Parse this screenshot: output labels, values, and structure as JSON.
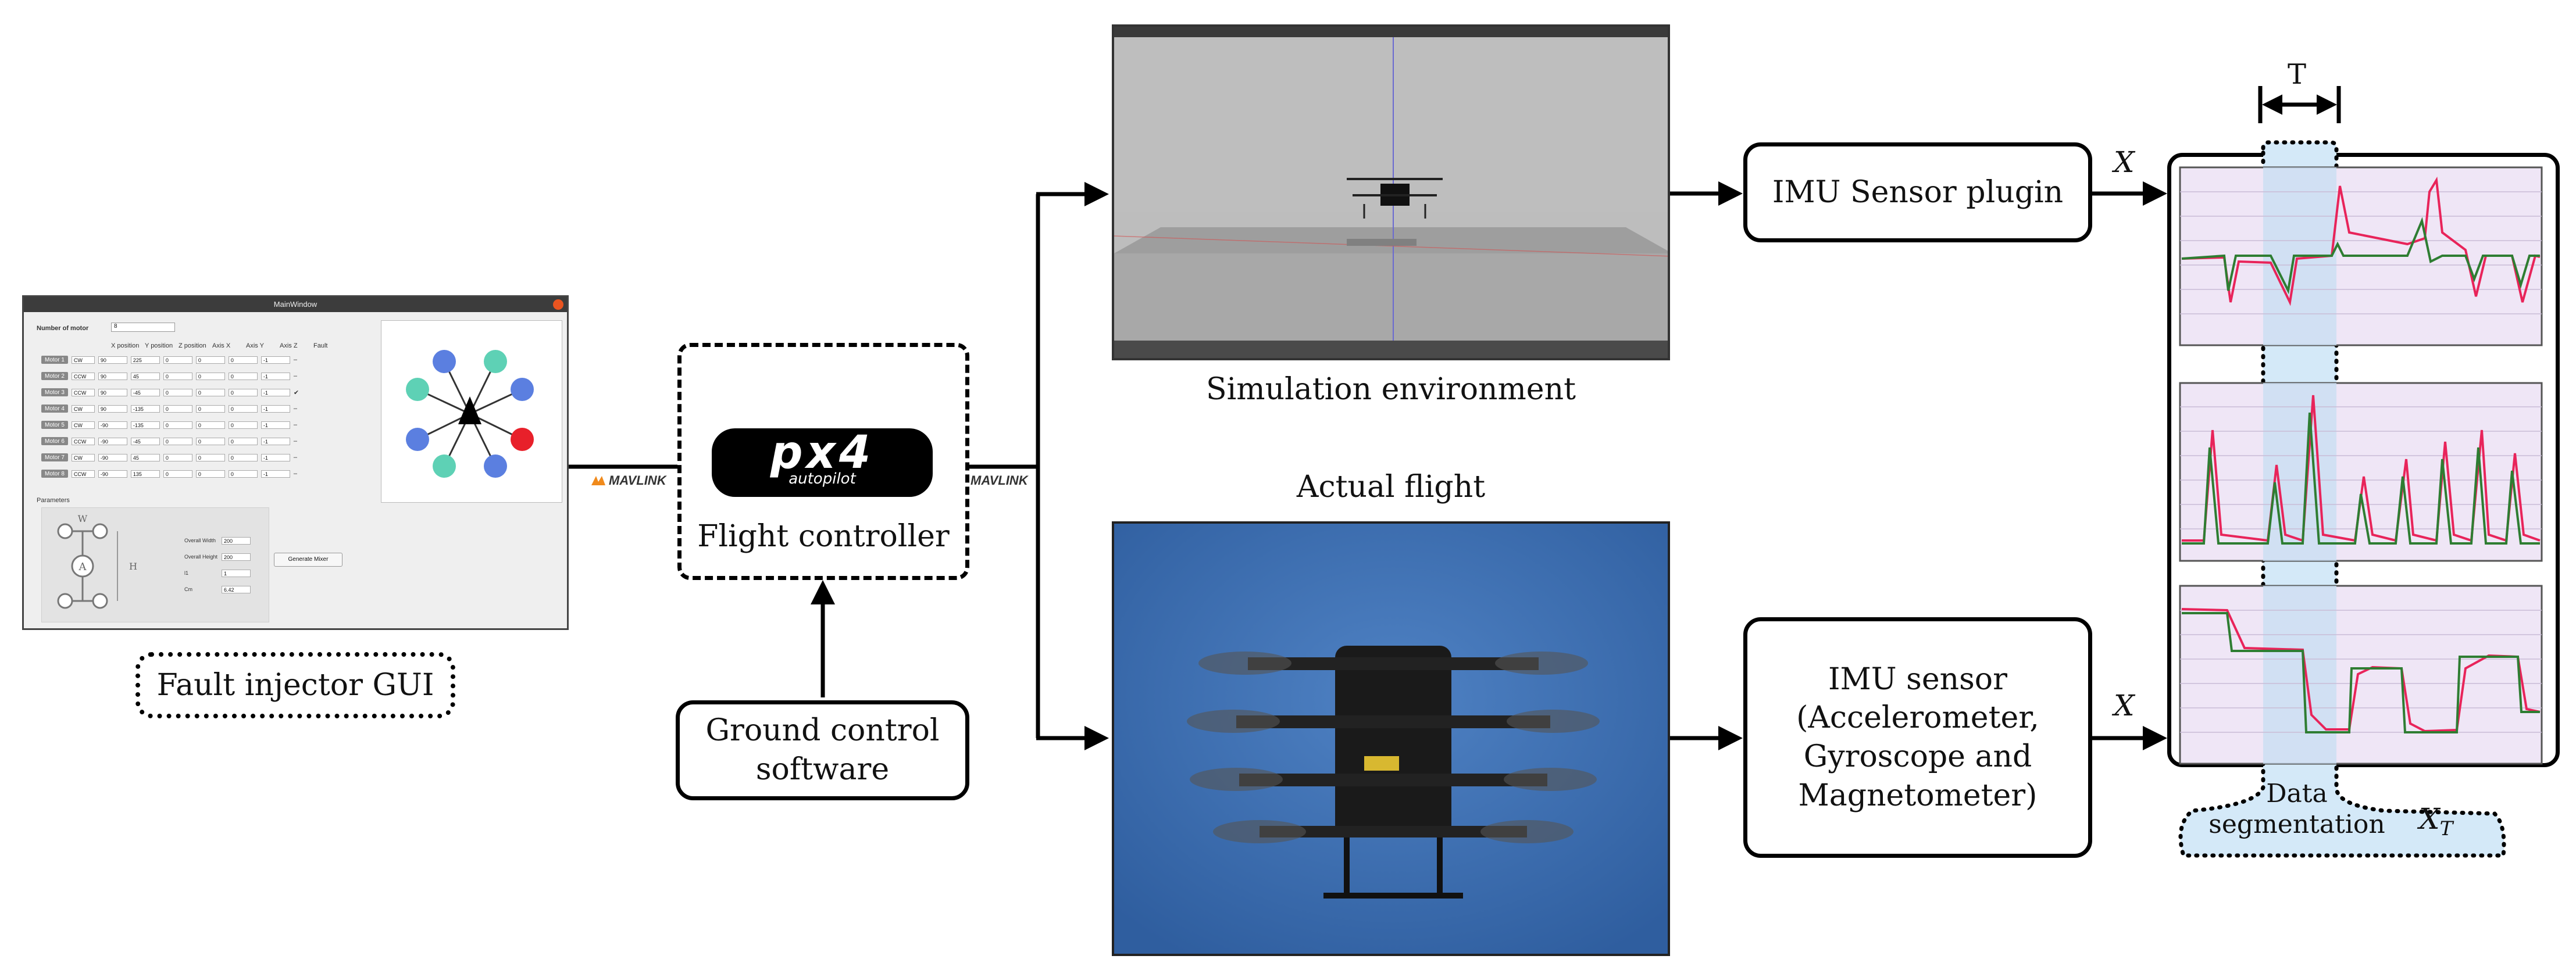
{
  "fault_injector": {
    "window_title": "MainWindow",
    "number_of_motor_label": "Number of motor",
    "number_of_motor_value": "8",
    "column_headers": [
      "X position",
      "Y position",
      "Z position",
      "Axis X",
      "Axis Y",
      "Axis Z",
      "Fault"
    ],
    "motors": [
      {
        "label": "Motor 1",
        "dir": "CW",
        "values": [
          "90",
          "225",
          "0",
          "0",
          "0",
          "-1"
        ],
        "fault": "–"
      },
      {
        "label": "Motor 2",
        "dir": "CCW",
        "values": [
          "90",
          "45",
          "0",
          "0",
          "0",
          "-1"
        ],
        "fault": "–"
      },
      {
        "label": "Motor 3",
        "dir": "CCW",
        "values": [
          "90",
          "-45",
          "0",
          "0",
          "0",
          "-1"
        ],
        "fault": "✔"
      },
      {
        "label": "Motor 4",
        "dir": "CW",
        "values": [
          "90",
          "-135",
          "0",
          "0",
          "0",
          "-1"
        ],
        "fault": "–"
      },
      {
        "label": "Motor 5",
        "dir": "CW",
        "values": [
          "-90",
          "-135",
          "0",
          "0",
          "0",
          "-1"
        ],
        "fault": "–"
      },
      {
        "label": "Motor 6",
        "dir": "CCW",
        "values": [
          "-90",
          "-45",
          "0",
          "0",
          "0",
          "-1"
        ],
        "fault": "–"
      },
      {
        "label": "Motor 7",
        "dir": "CW",
        "values": [
          "-90",
          "45",
          "0",
          "0",
          "0",
          "-1"
        ],
        "fault": "–"
      },
      {
        "label": "Motor 8",
        "dir": "CCW",
        "values": [
          "-90",
          "135",
          "0",
          "0",
          "0",
          "-1"
        ],
        "fault": "–"
      }
    ],
    "parameters_label": "Parameters",
    "param_labels": [
      "Overall Width",
      "Overall Height",
      "l1",
      "Cm"
    ],
    "param_values": [
      "200",
      "200",
      "1",
      "6.42"
    ],
    "generate_button": "Generate Mixer",
    "diagram_w": "W",
    "diagram_h": "H",
    "diagram_a": "A"
  },
  "captions": {
    "fault_injector_gui": "Fault injector GUI",
    "flight_controller": "Flight controller",
    "ground_control": "Ground control\nsoftware",
    "simulation_env": "Simulation environment",
    "actual_flight": "Actual flight",
    "imu_plugin": "IMU Sensor plugin",
    "imu_sensor": "IMU sensor\n(Accelerometer,\nGyroscope and\nMagnetometer)",
    "data_segmentation": "Data\nsegmentation",
    "x_label": "X",
    "xt_label": "X",
    "xt_sub": "T",
    "t_label": "T"
  },
  "logos": {
    "px4_main": "px4",
    "px4_sub": "autopilot",
    "mavlink": "MAVLINK"
  },
  "colors": {
    "signal_red": "#e8245a",
    "signal_green": "#2e7d32",
    "plot_bg": "#efe6f6",
    "segment_fill": "#cfe6f7",
    "sky": "#3d6fb4",
    "sim_gray": "#b9b9b9"
  }
}
